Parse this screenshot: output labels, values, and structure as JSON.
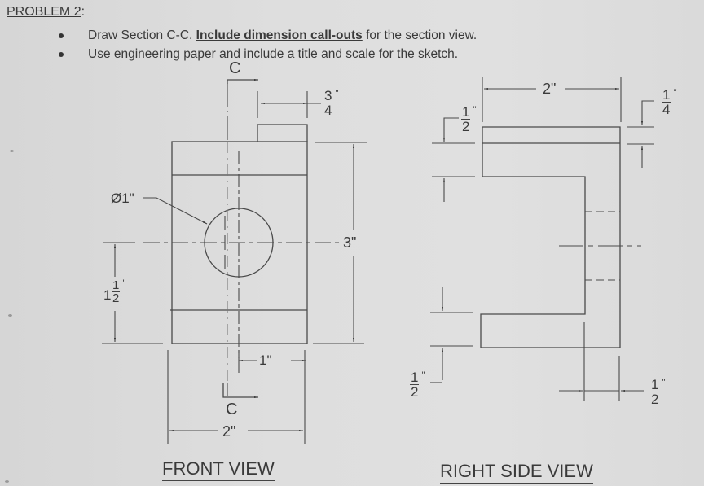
{
  "header": {
    "problem_label": "PROBLEM 2",
    "problem_suffix": ":"
  },
  "instructions": [
    {
      "prefix": "Draw Section C-C. ",
      "emphasis": "Include dimension call-outs",
      "suffix": " for the section view."
    },
    {
      "text": "Use engineering paper and include a title and scale for the sketch."
    }
  ],
  "front_view": {
    "title": "FRONT VIEW",
    "section_label_top": "C",
    "section_label_bottom": "C",
    "hole_callout": "Ø1\"",
    "dim_tab_width": {
      "num": "3",
      "den": "4",
      "unit": "\""
    },
    "dim_height": "3\"",
    "dim_hole_height": {
      "whole": "1",
      "num": "1",
      "den": "2",
      "unit": "\""
    },
    "dim_hole_offset": "1\"",
    "dim_width": "2\""
  },
  "right_side_view": {
    "title": "RIGHT SIDE VIEW",
    "dim_depth": "2\"",
    "dim_top_flange": {
      "num": "1",
      "den": "2",
      "unit": "\""
    },
    "dim_tab_height": {
      "num": "1",
      "den": "4",
      "unit": "\""
    },
    "dim_bottom_flange": {
      "num": "1",
      "den": "2",
      "unit": "\""
    },
    "dim_web_thickness": {
      "num": "1",
      "den": "2",
      "unit": "\""
    }
  },
  "colors": {
    "paper": "#dedede",
    "ink": "#3a3a3a"
  }
}
